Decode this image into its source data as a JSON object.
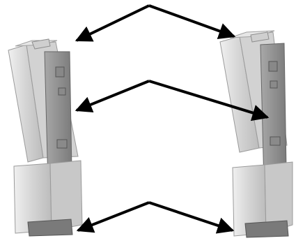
{
  "figure": {
    "background": "#ffffff",
    "arrow_color": "#000000",
    "housing_colors": {
      "light": "#dcdcdc",
      "mid": "#bdbdbd",
      "dark": "#8e8e8e",
      "rail": "#a9a9a9",
      "shadow": "#6e6e6e"
    },
    "assemblies": [
      {
        "side": "left",
        "state": "collapsed"
      },
      {
        "side": "right",
        "state": "extended"
      }
    ],
    "callouts": [
      {
        "label": "",
        "targets": [
          "left-top",
          "right-top"
        ]
      },
      {
        "label": "",
        "targets": [
          "left-middle",
          "right-middle"
        ]
      },
      {
        "label": "",
        "targets": [
          "left-bottom",
          "right-bottom"
        ]
      }
    ]
  }
}
